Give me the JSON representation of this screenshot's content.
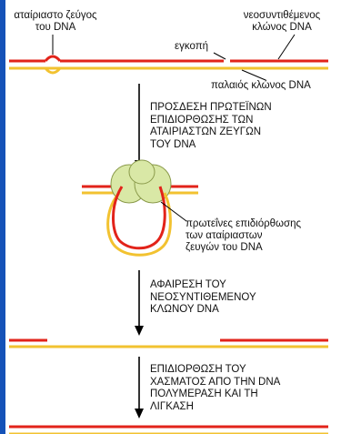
{
  "labels": {
    "mismatch": [
      "αταίριαστο ζεύγος",
      "του DNA"
    ],
    "new_strand": [
      "νεοσυντιθέμενος",
      "κλώνος DNA"
    ],
    "nick": "εγκοπή",
    "old_strand": "παλαιός κλώνος DNA",
    "repair_proteins": [
      "πρωτεΐνες επιδιόρθωσης",
      "των αταίριαστων",
      "ζευγών του DNA"
    ]
  },
  "steps": [
    [
      "ΠΡΟΣΔΕΣΗ ΠΡΩΤΕΪΝΩΝ",
      "ΕΠΙΔΙΟΡΘΩΣΗΣ ΤΩΝ",
      "ΑΤΑΙΡΙΑΣΤΩΝ ΖΕΥΓΩΝ",
      "ΤΟΥ DNA"
    ],
    [
      "ΑΦΑΙΡΕΣΗ ΤΟΥ",
      "ΝΕΟΣΥΝΤΙΘΕΜΕΝΟΥ",
      "ΚΛΩΝΟΥ DNA"
    ],
    [
      "ΕΠΙΔΙΟΡΘΩΣΗ ΤΟΥ",
      "ΧΑΣΜΑΤΟΣ ΑΠΟ ΤΗΝ DNA",
      "ΠΟΛΥΜΕΡΑΣΗ ΚΑΙ ΤΗ",
      "ΛΙΓΚΑΣΗ"
    ]
  ],
  "colors": {
    "background": "#1552b8",
    "new_strand": "#e2231a",
    "old_strand": "#f2c230",
    "protein": "#d9e8a6"
  }
}
